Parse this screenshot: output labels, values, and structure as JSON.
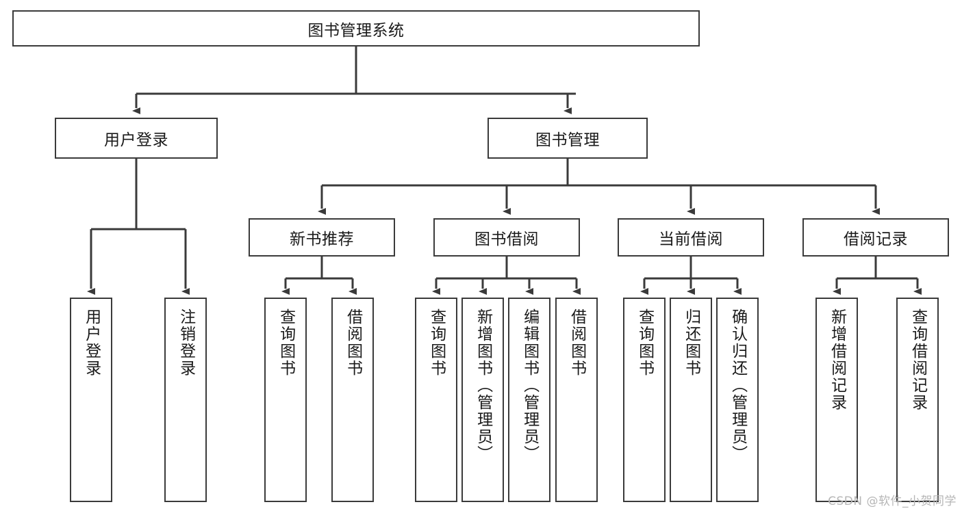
{
  "diagram": {
    "type": "tree-hierarchy-chart",
    "title": "图书管理系统",
    "watermark": "CSDN @软件_小贺同学",
    "colors": {
      "box_border": "#3a3a3a",
      "box_fill": "#ffffff",
      "connector": "#3a3a3a",
      "text": "#1a1a1a",
      "watermark": "#b6b6b6",
      "background": "#ffffff"
    },
    "root": {
      "label": "图书管理系统"
    },
    "level2": [
      {
        "label": "用户登录"
      },
      {
        "label": "图书管理"
      }
    ],
    "level3": [
      {
        "label": "新书推荐"
      },
      {
        "label": "图书借阅"
      },
      {
        "label": "当前借阅"
      },
      {
        "label": "借阅记录"
      }
    ],
    "leaves": {
      "user_login": [
        {
          "label": "用户登录"
        },
        {
          "label": "注销登录"
        }
      ],
      "new_book_recommend": [
        {
          "label": "查询图书"
        },
        {
          "label": "借阅图书"
        }
      ],
      "book_borrow": [
        {
          "label": "查询图书"
        },
        {
          "label": "新增图书（管理员）"
        },
        {
          "label": "编辑图书（管理员）"
        },
        {
          "label": "借阅图书"
        }
      ],
      "current_borrow": [
        {
          "label": "查询图书"
        },
        {
          "label": "归还图书"
        },
        {
          "label": "确认归还（管理员）"
        }
      ],
      "borrow_record": [
        {
          "label": "新增借阅记录"
        },
        {
          "label": "查询借阅记录"
        }
      ]
    }
  }
}
